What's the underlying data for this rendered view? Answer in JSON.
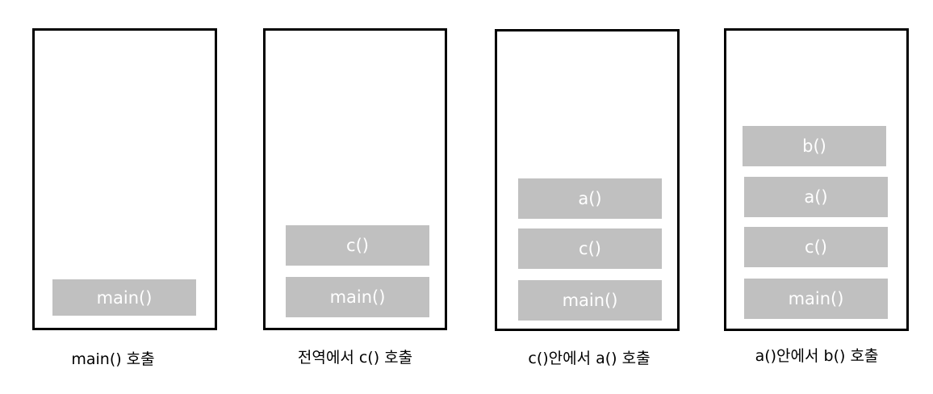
{
  "panels": [
    {
      "caption": "main() 호출",
      "frames": [
        "main()"
      ]
    },
    {
      "caption": "전역에서 c() 호출",
      "frames": [
        "c()",
        "main()"
      ]
    },
    {
      "caption": "c()안에서 a() 호출",
      "frames": [
        "a()",
        "c()",
        "main()"
      ]
    },
    {
      "caption": "a()안에서 b() 호출",
      "frames": [
        "b()",
        "a()",
        "c()",
        "main()"
      ]
    }
  ],
  "colors": {
    "frame_fill": "#c0c0c0",
    "frame_text": "#ffffff",
    "box_border": "#000000"
  }
}
